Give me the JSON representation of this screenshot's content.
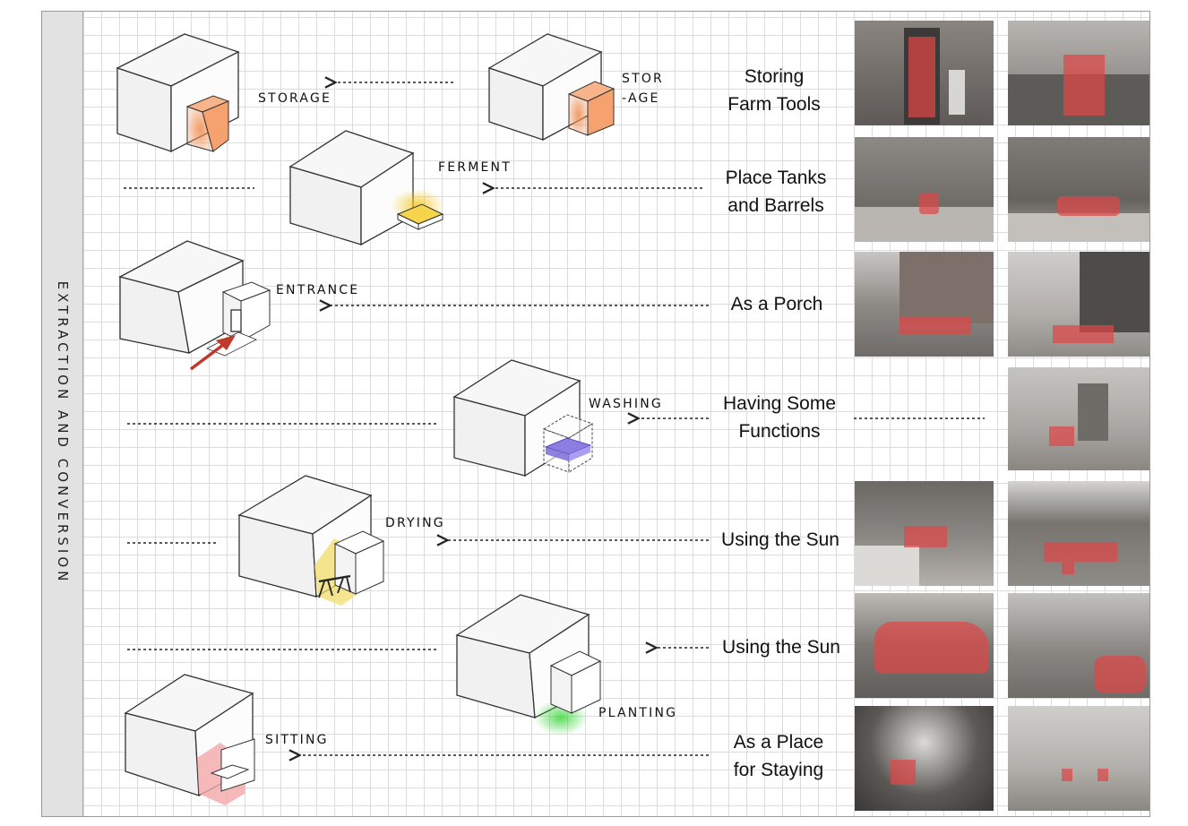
{
  "sidebar_title": "EXTRACTION AND CONVERSION",
  "rows": [
    {
      "id": "storage",
      "label": "STORAGE",
      "label_alt": [
        "STOR",
        "-AGE"
      ],
      "description": [
        "Storing",
        "Farm Tools"
      ]
    },
    {
      "id": "ferment",
      "label": "FERMENT",
      "description": [
        "Place Tanks",
        "and Barrels"
      ]
    },
    {
      "id": "entrance",
      "label": "ENTRANCE",
      "description": [
        "As a Porch"
      ]
    },
    {
      "id": "washing",
      "label": "WASHING",
      "description": [
        "Having Some",
        "Functions"
      ]
    },
    {
      "id": "drying",
      "label": "DRYING",
      "description": [
        "Using the Sun"
      ]
    },
    {
      "id": "planting",
      "label": "PLANTING",
      "description": [
        "Using the Sun"
      ]
    },
    {
      "id": "sitting",
      "label": "SITTING",
      "description": [
        "As a Place",
        "for Staying"
      ]
    }
  ],
  "colors": {
    "storage": "#f08a4b",
    "ferment": "#f5c518",
    "entrance": "#c0392b",
    "washing": "#6a5acd",
    "drying": "#f2dc6a",
    "planting": "#3ed63e",
    "sitting": "#f2a7a7",
    "photo_highlight": "#de4646"
  }
}
